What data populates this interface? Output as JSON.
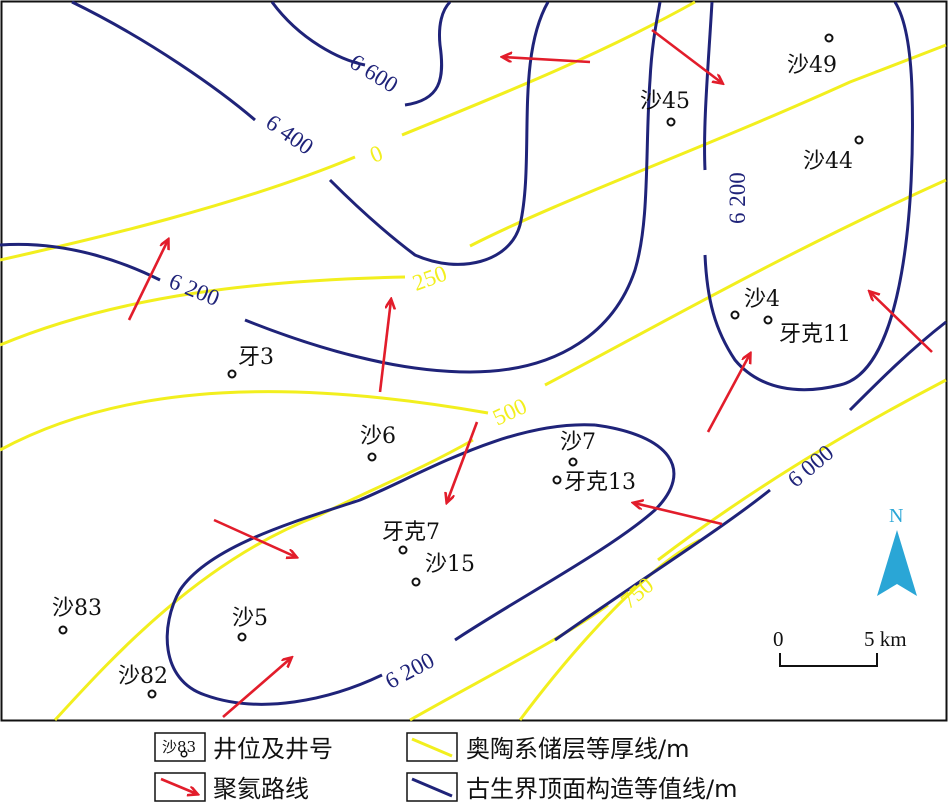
{
  "map": {
    "thickness_labels": [
      "0",
      "250",
      "500",
      "750"
    ],
    "structure_labels": [
      "6 600",
      "6 400",
      "6 200",
      "6 200",
      "6 200",
      "6 000"
    ],
    "wells": [
      "沙49",
      "沙45",
      "沙44",
      "沙4",
      "牙克11",
      "牙3",
      "沙6",
      "沙7",
      "牙克13",
      "牙克7",
      "沙15",
      "沙83",
      "沙5",
      "沙82"
    ],
    "scale": {
      "start": "0",
      "end": "5 km"
    },
    "north": "N"
  },
  "legend": {
    "well_symbol_text": "沙83",
    "well_label": "井位及井号",
    "thickness_label": "奥陶系储层等厚线/m",
    "migration_label": "聚氦路线",
    "structure_label": "古生界顶面构造等值线/m"
  },
  "colors": {
    "thickness_line": "#f2ef1e",
    "structure_line": "#1f2379",
    "migration_arrow": "#e21d2b",
    "north_arrow": "#2aa6d6"
  }
}
